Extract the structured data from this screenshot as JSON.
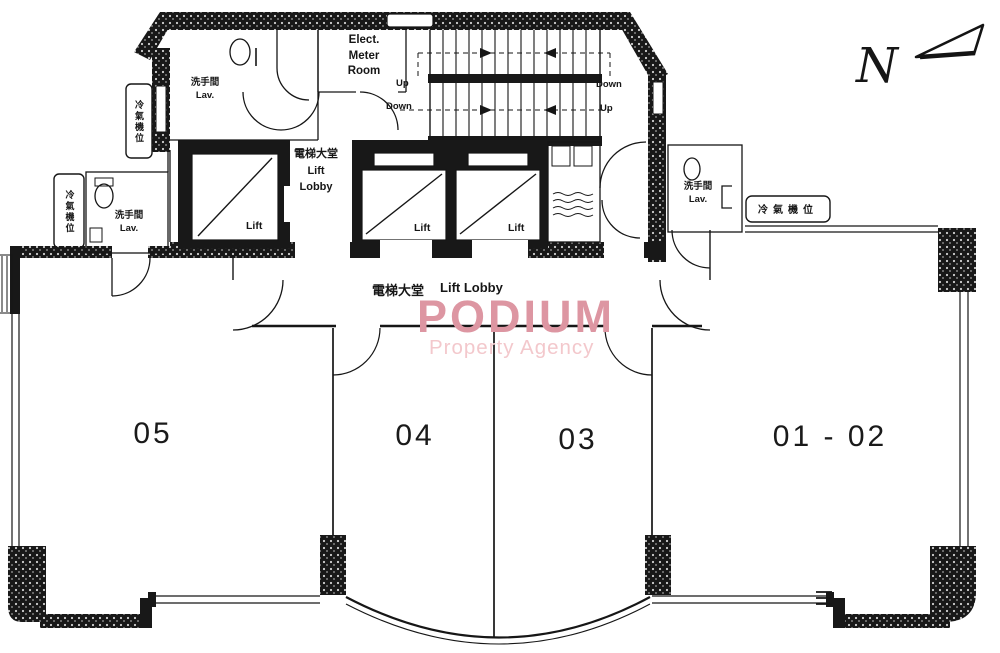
{
  "compass": {
    "label": "N"
  },
  "watermark": {
    "brand": "PODIUM",
    "tagline": "Property Agency",
    "brand_color": "#dd96a2",
    "tagline_color": "#f3c8cc"
  },
  "core": {
    "meter_room": "Elect.\nMeter\nRoom",
    "stairs": {
      "up_left": "Up",
      "down_right": "Down",
      "down_left": "Down",
      "up_right": "Up"
    },
    "upper_lift_lobby": "電梯大堂\nLift\nLobby",
    "lift_labels": [
      "Lift",
      "Lift",
      "Lift"
    ],
    "lavatory_labels": [
      "洗手間\nLav.",
      "洗手間\nLav.",
      "洗手間\nLav."
    ],
    "ac_plinth_labels": [
      "冷氣機位",
      "冷氣機位",
      "冷氣機位"
    ]
  },
  "lobby": {
    "zh": "電梯大堂",
    "en": "Lift Lobby"
  },
  "units": [
    {
      "number": "05"
    },
    {
      "number": "04"
    },
    {
      "number": "03"
    },
    {
      "number": "01 - 02"
    }
  ],
  "line_color": "#161616"
}
